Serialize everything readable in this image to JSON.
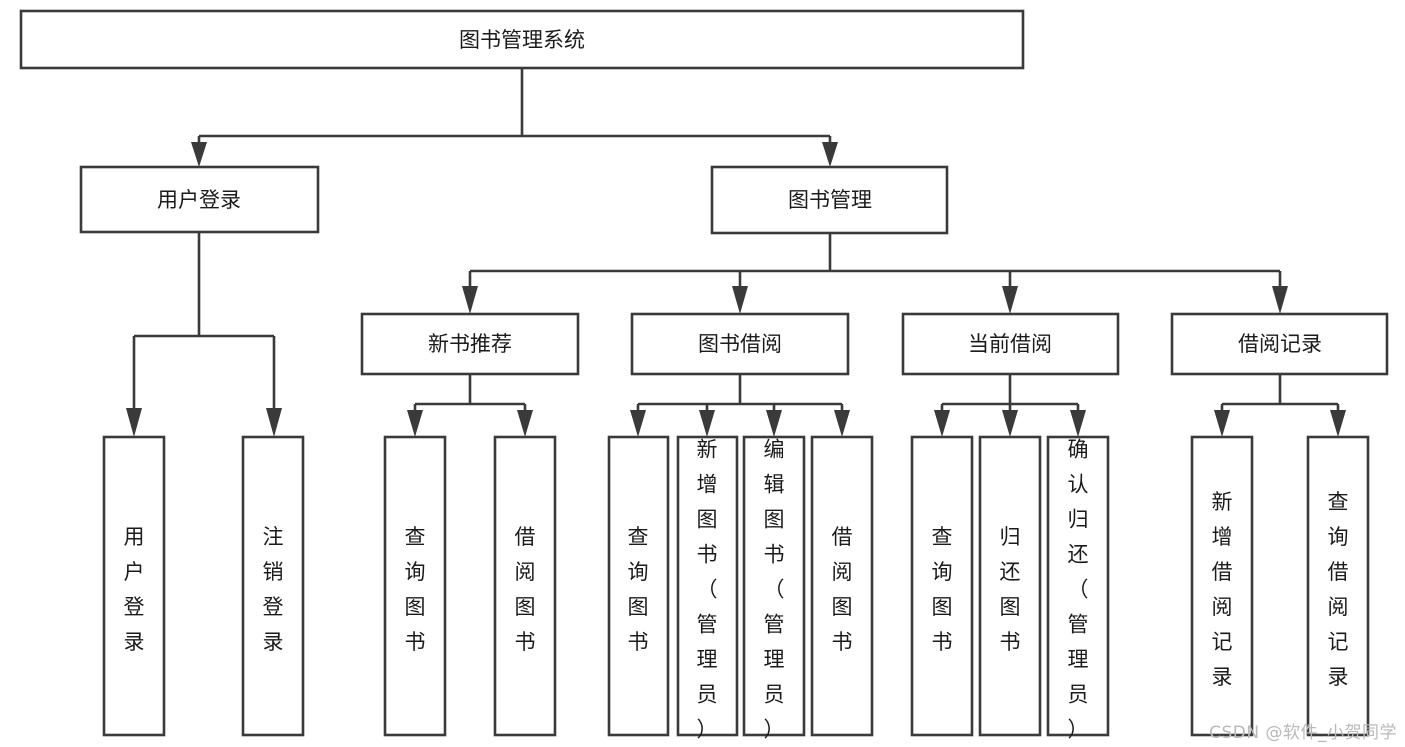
{
  "diagram": {
    "type": "tree-hierarchy",
    "title": "图书管理系统",
    "watermark": "CSDN @软件_小贺同学",
    "colors": {
      "box_stroke": "#3a3a3a",
      "box_fill": "#ffffff",
      "text": "#1b1b1b",
      "watermark": "#b9b9b9",
      "background": "#ffffff"
    },
    "levels": {
      "root": {
        "label": "图书管理系统"
      },
      "level2": [
        {
          "label": "用户登录"
        },
        {
          "label": "图书管理"
        }
      ],
      "level3": [
        {
          "label": "新书推荐"
        },
        {
          "label": "图书借阅"
        },
        {
          "label": "当前借阅"
        },
        {
          "label": "借阅记录"
        }
      ],
      "leaves": {
        "user_login": [
          {
            "label": "用户登录"
          },
          {
            "label": "注销登录"
          }
        ],
        "new_book_recommend": [
          {
            "label": "查询图书"
          },
          {
            "label": "借阅图书"
          }
        ],
        "book_borrow": [
          {
            "label": "查询图书"
          },
          {
            "label": "新增图书（管理员）"
          },
          {
            "label": "编辑图书（管理员）"
          },
          {
            "label": "借阅图书"
          }
        ],
        "current_borrow": [
          {
            "label": "查询图书"
          },
          {
            "label": "归还图书"
          },
          {
            "label": "确认归还（管理员）"
          }
        ],
        "borrow_record": [
          {
            "label": "新增借阅记录"
          },
          {
            "label": "查询借阅记录"
          }
        ]
      }
    }
  }
}
